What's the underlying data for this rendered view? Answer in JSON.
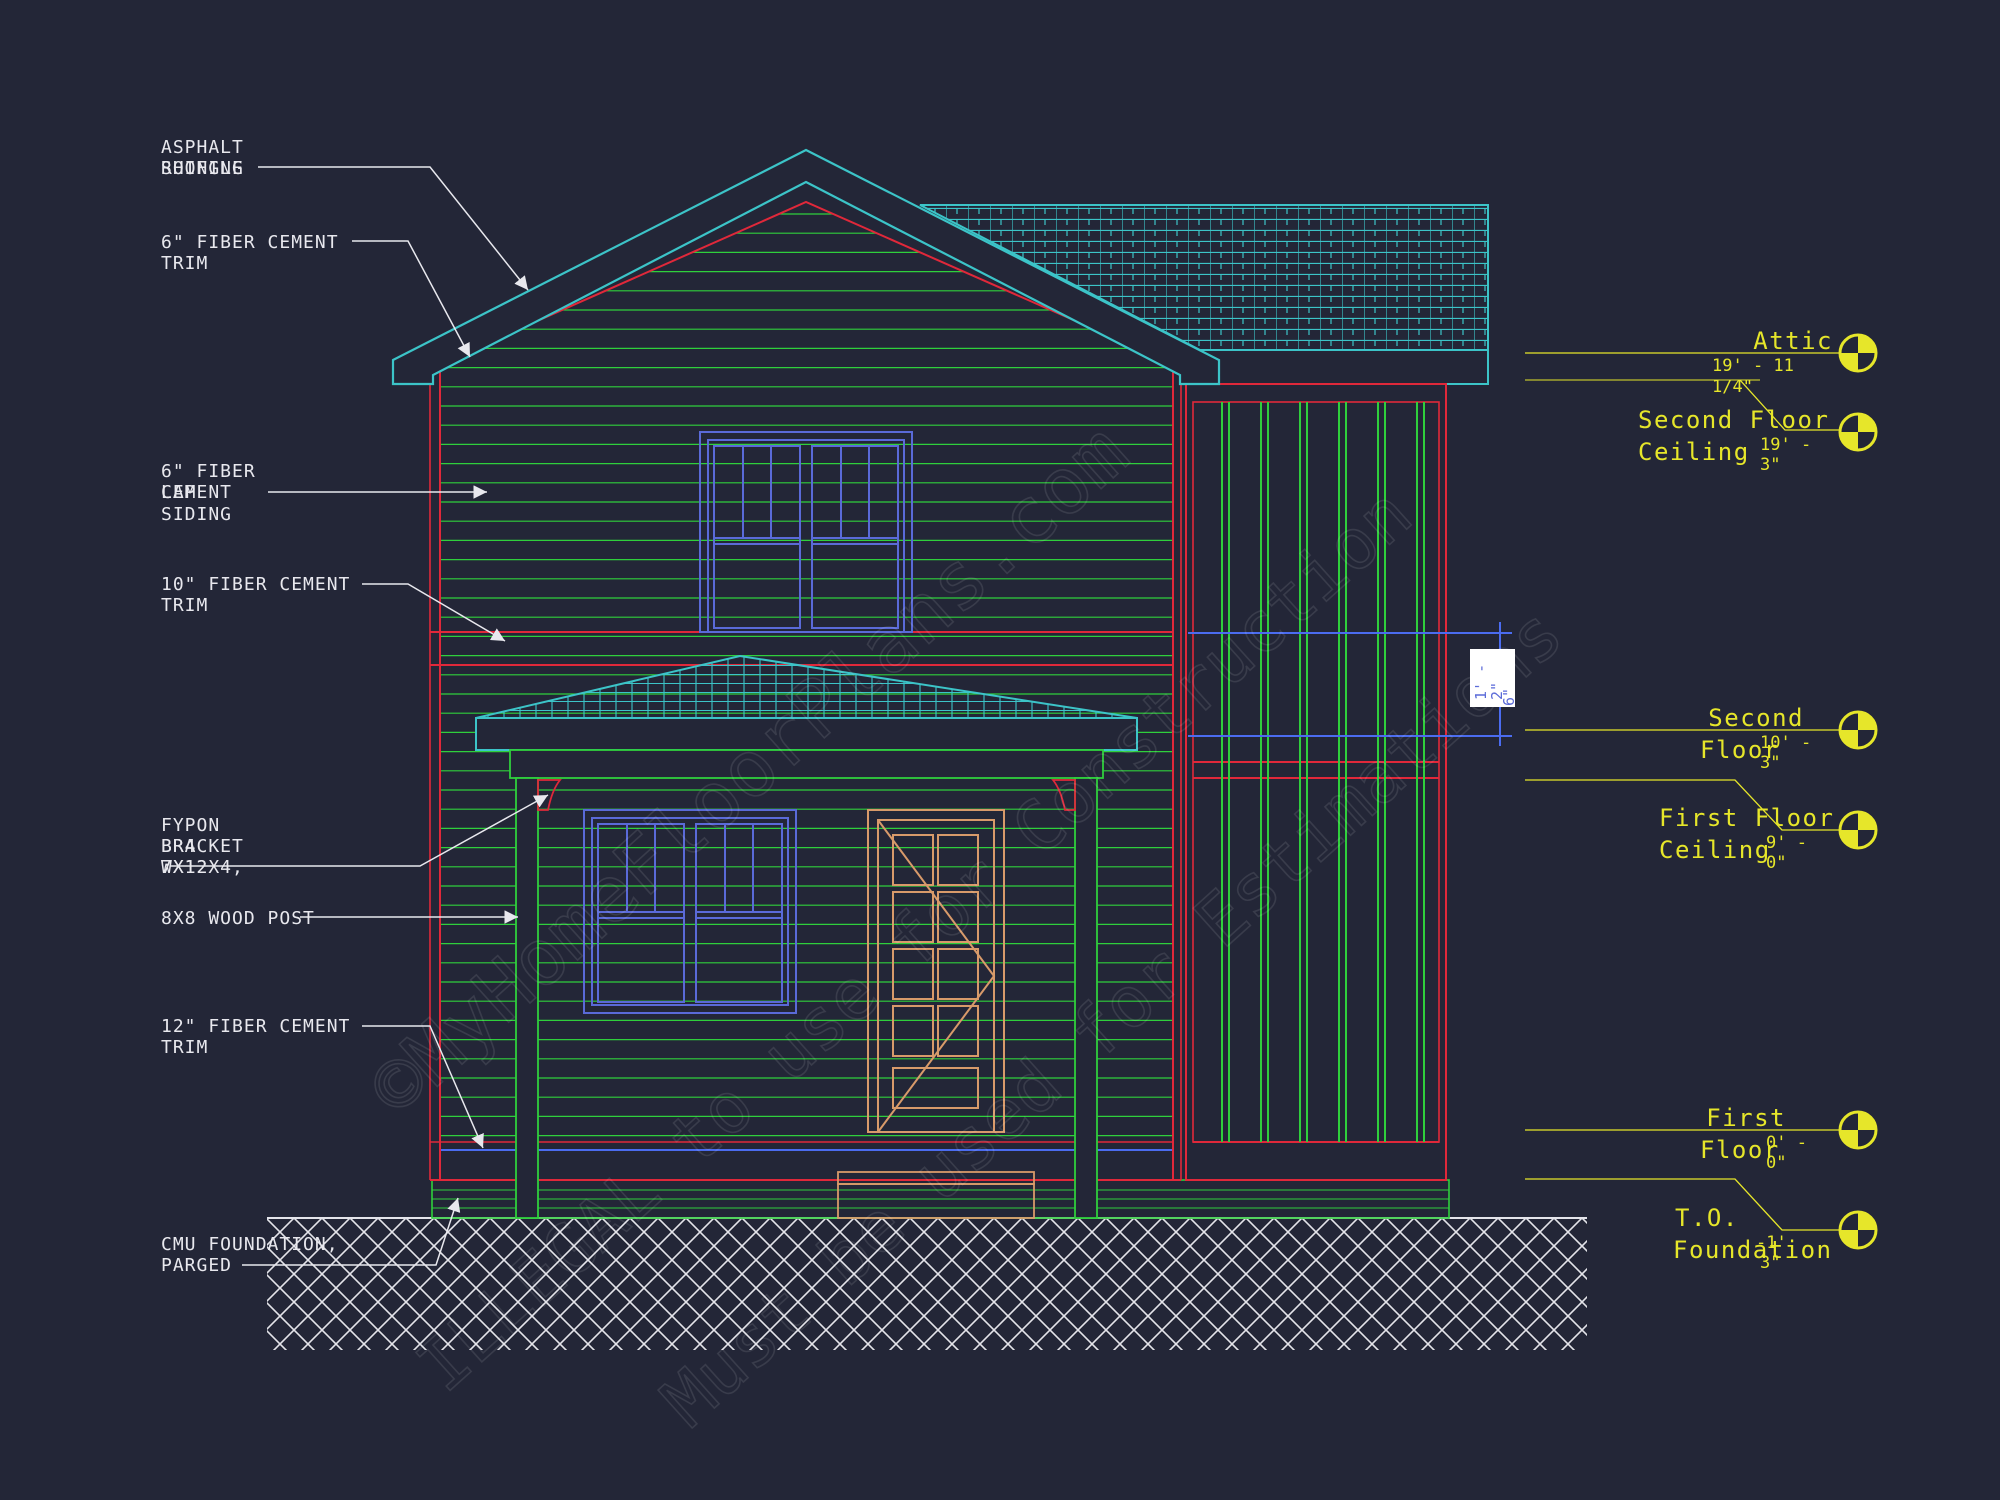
{
  "notes": {
    "asphalt_l1": "ASPHALT",
    "asphalt_l2": "ROOFING",
    "asphalt_l2_overlap": "SHINGLE",
    "trim6_l1": "6\" FIBER CEMENT",
    "trim6_l2": "TRIM",
    "siding_l1": "6\" FIBER",
    "siding_l2": "CEMENT",
    "siding_l2_overlap": "LAP",
    "siding_l3": "SIDING",
    "trim10_l1": "10\" FIBER CEMENT",
    "trim10_l2": "TRIM",
    "bracket_l1": "FYPON",
    "bracket_l2": "BRACKET",
    "bracket_l2_overlap": "BR4",
    "bracket_l3": "7X12X4,",
    "bracket_l3_overlap": "WX12",
    "post": "8X8 WOOD POST",
    "trim12_l1": "12\" FIBER CEMENT",
    "trim12_l2": "TRIM",
    "cmu_l1": "CMU FOUNDATION,",
    "cmu_l2": "PARGED"
  },
  "levels": {
    "attic_name": "Attic",
    "attic_v1": "19' - 11",
    "attic_v2": "1/4\"",
    "second_ceiling_l1": "Second Floor",
    "second_ceiling_l2": "Ceiling",
    "second_ceiling_v1": "19' -",
    "second_ceiling_v2": "3\"",
    "second_floor_l1": "Second",
    "second_floor_l2": "Floor",
    "second_floor_v1": "10' -",
    "second_floor_v2": "3\"",
    "first_ceiling_l1": "First Floor",
    "first_ceiling_l2": "Ceiling",
    "first_ceiling_v1": "9' -",
    "first_ceiling_v2": "0\"",
    "first_floor_l1": "First",
    "first_floor_l2": "Floor",
    "first_floor_v1": "0' -",
    "first_floor_v2": "0\"",
    "foundation_l1": "T.O.",
    "foundation_l2": "Foundation",
    "foundation_v1": "-1'",
    "foundation_v2": "3\""
  },
  "dimension_tag": {
    "v1": "1' -",
    "v2": "2\"",
    "v3": "6\""
  },
  "watermark": {
    "line1": "©MyHomeFloorPlans.com",
    "line2": "ILLEGAL to use for Construction",
    "line3": "Must be used for Estimations"
  },
  "colors": {
    "background": "#232637",
    "roof": "#3cc4c8",
    "siding": "#2fcf3c",
    "trim": "#e0283a",
    "window": "#5a6ad8",
    "door": "#d89a6a",
    "annotation": "#e8e8ee",
    "level": "#e6e62a",
    "foundation": "#e4e4ea"
  },
  "icons": {
    "level_marker": "level-marker-icon",
    "leader_arrow": "arrow-icon"
  }
}
